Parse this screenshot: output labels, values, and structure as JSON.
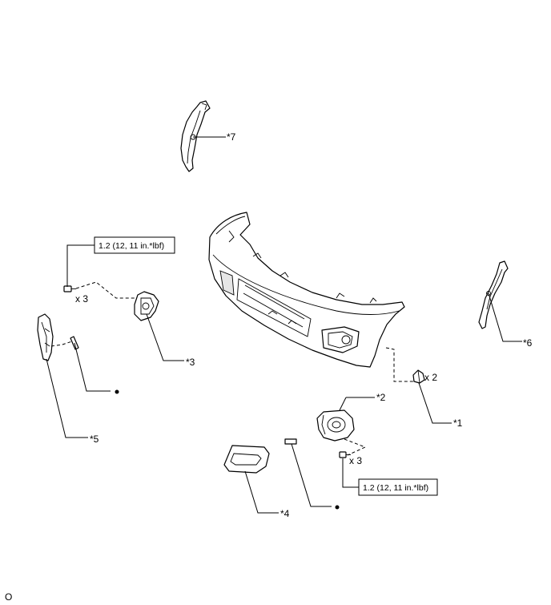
{
  "callouts": {
    "c1": "*1",
    "c2": "*2",
    "c3": "*3",
    "c4": "*4",
    "c5": "*5",
    "c6": "*6",
    "c7": "*7"
  },
  "quantities": {
    "upper_bolts": "x 3",
    "lower_bolts": "x 3",
    "clips": "x 2"
  },
  "torque": {
    "upper": "1.2 (12, 11 in.*lbf)",
    "lower": "1.2 (12, 11 in.*lbf)"
  },
  "footer": {
    "code": "O"
  }
}
